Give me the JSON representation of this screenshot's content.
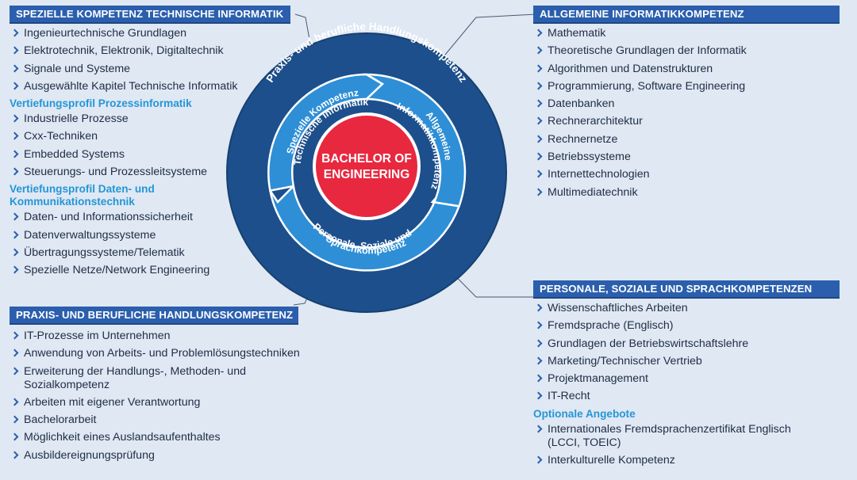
{
  "center": {
    "line1": "BACHELOR OF",
    "line2": "ENGINEERING"
  },
  "outer_ring": "Praxis- und berufliche Handlungskompetenz",
  "segments": {
    "spezielle": {
      "line1": "Spezielle Kompetenz",
      "line2": "Technische Informatik"
    },
    "allgemeine": {
      "line1": "Allgemeine",
      "line2": "Informatikkompetenz"
    },
    "personale": {
      "line1": "Personale, Soziale und",
      "line2": "Sprachkompetenz"
    }
  },
  "panels": {
    "spezielle": {
      "title": "SPEZIELLE KOMPETENZ TECHNISCHE INFORMATIK",
      "items": [
        "Ingenieurtechnische Grundlagen",
        "Elektrotechnik, Elektronik, Digitaltechnik",
        "Signale und Systeme",
        "Ausgewählte Kapitel Technische Informatik"
      ],
      "sub1_title": "Vertiefungsprofil Prozessinformatik",
      "sub1_items": [
        "Industrielle Prozesse",
        "Cxx-Techniken",
        "Embedded Systems",
        "Steuerungs- und Prozessleitsysteme"
      ],
      "sub2_title_line1": "Vertiefungsprofil Daten- und",
      "sub2_title_line2": "Kommunikationstechnik",
      "sub2_items": [
        "Daten- und Informationssicherheit",
        "Datenverwaltungssysteme",
        "Übertragungssysteme/Telematik",
        "Spezielle Netze/Network Engineering"
      ]
    },
    "allgemeine": {
      "title": "ALLGEMEINE INFORMATIKKOMPETENZ",
      "items": [
        "Mathematik",
        "Theoretische Grundlagen der Informatik",
        "Algorithmen und Datenstrukturen",
        "Programmierung, Software Engineering",
        "Datenbanken",
        "Rechnerarchitektur",
        "Rechnernetze",
        "Betriebssysteme",
        "Internettechnologien",
        "Multimediatechnik"
      ]
    },
    "praxis": {
      "title": "PRAXIS- UND BERUFLICHE HANDLUNGSKOMPETENZ",
      "items": [
        "IT-Prozesse im Unternehmen",
        "Anwendung von Arbeits- und Problemlösungstechniken",
        "Erweiterung der Handlungs-, Methoden- und",
        "Sozialkompetenz",
        "Arbeiten mit  eigener Verantwortung",
        "Bachelorarbeit",
        "Möglichkeit eines Auslandsaufenthaltes",
        "Ausbildereignungsprüfung"
      ]
    },
    "personale": {
      "title": "PERSONALE, SOZIALE UND SPRACHKOMPETENZEN",
      "items": [
        "Wissenschaftliches Arbeiten",
        "Fremdsprache (Englisch)",
        "Grundlagen der Betriebswirtschaftslehre",
        "Marketing/Technischer Vertrieb",
        "Projektmanagement",
        "IT-Recht"
      ],
      "sub_title": "Optionale Angebote",
      "sub_items_line1": "Internationales Fremdsprachenzertifikat Englisch",
      "sub_items_line2": "(LCCI, TOEIC)",
      "sub_items_last": "Interkulturelle Kompetenz"
    }
  },
  "colors": {
    "background": "#dfe8f3",
    "header": "#2b5fad",
    "outer_ring": "#1d4f8c",
    "segments": "#2e8fd6",
    "center": "#e8283f",
    "subheading": "#2596d6"
  }
}
